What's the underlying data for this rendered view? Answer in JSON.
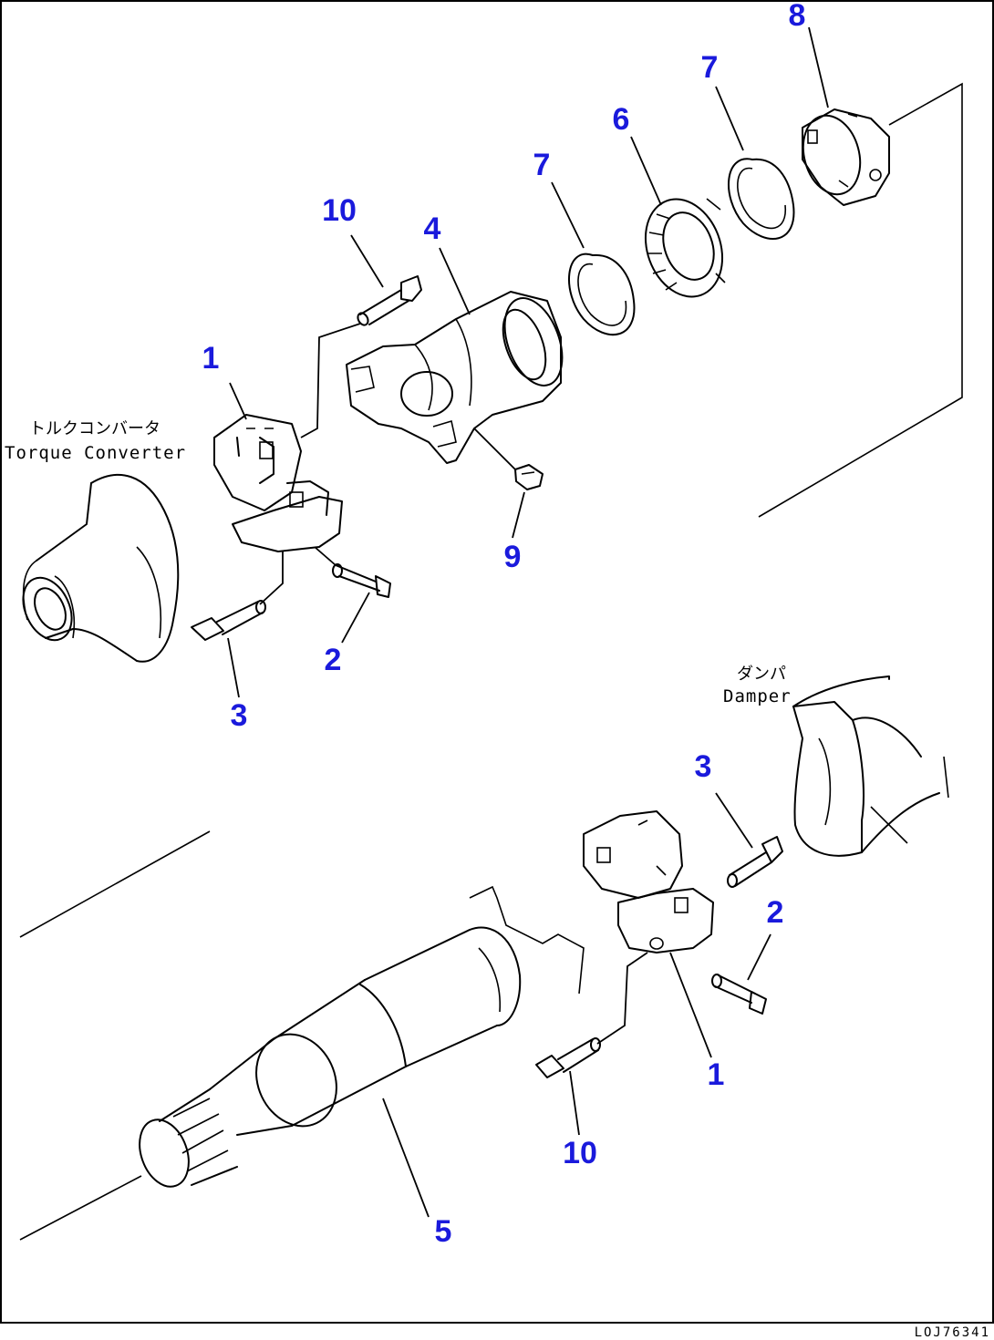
{
  "callouts": {
    "c1_top": "1",
    "c2_top": "2",
    "c3_top": "3",
    "c4": "4",
    "c5": "5",
    "c6": "6",
    "c7_left": "7",
    "c7_right": "7",
    "c8": "8",
    "c9": "9",
    "c10_top": "10",
    "c1_bottom": "1",
    "c2_bottom": "2",
    "c3_bottom": "3",
    "c10_bottom": "10"
  },
  "labels": {
    "torque_converter_jp": "トルクコンバータ",
    "torque_converter_en": "Torque Converter",
    "damper_jp": "ダンパ",
    "damper_en": "Damper"
  },
  "drawing_code": "LOJ76341",
  "colors": {
    "callout": "#1a1adc",
    "line": "#000000",
    "background": "#ffffff"
  }
}
